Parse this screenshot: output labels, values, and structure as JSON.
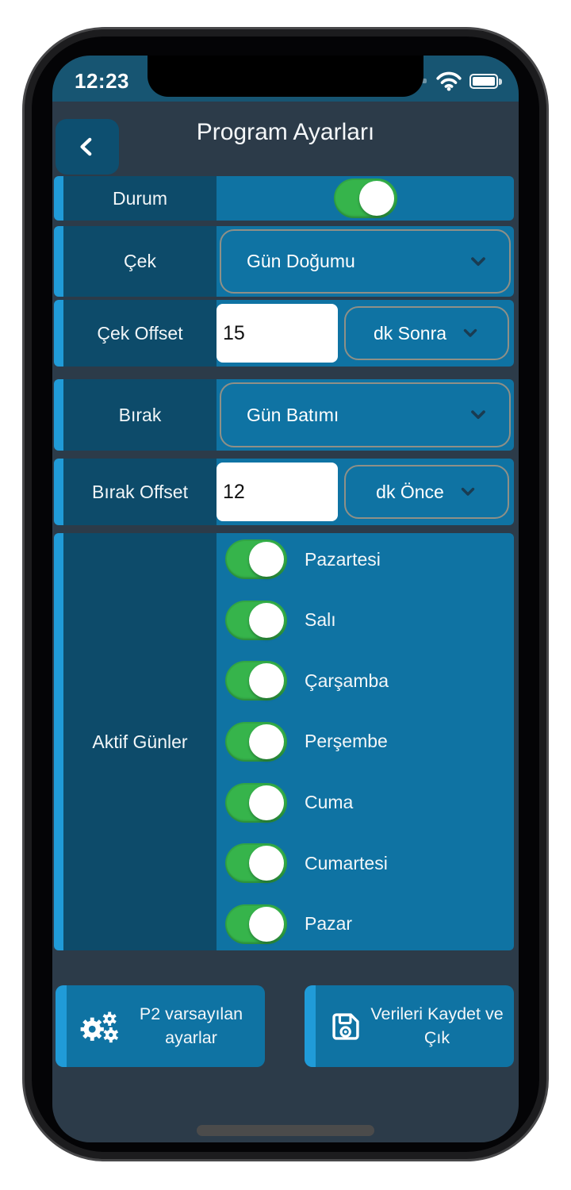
{
  "status_bar": {
    "time": "12:23"
  },
  "header": {
    "title": "Program Ayarları"
  },
  "settings": {
    "durum": {
      "label": "Durum",
      "enabled": true
    },
    "cek": {
      "label": "Çek",
      "value": "Gün Doğumu"
    },
    "cek_offset": {
      "label": "Çek Offset",
      "value": "15",
      "unit": "dk Sonra"
    },
    "birak": {
      "label": "Bırak",
      "value": "Gün Batımı"
    },
    "birak_offset": {
      "label": "Bırak Offset",
      "value": "12",
      "unit": "dk Önce"
    },
    "aktif_gunler": {
      "label": "Aktif Günler",
      "days": [
        {
          "label": "Pazartesi",
          "enabled": true
        },
        {
          "label": "Salı",
          "enabled": true
        },
        {
          "label": "Çarşamba",
          "enabled": true
        },
        {
          "label": "Perşembe",
          "enabled": true
        },
        {
          "label": "Cuma",
          "enabled": true
        },
        {
          "label": "Cumartesi",
          "enabled": true
        },
        {
          "label": "Pazar",
          "enabled": true
        }
      ]
    }
  },
  "footer": {
    "defaults_button": {
      "label": "P2 varsayılan ayarlar",
      "icon": "gears-icon"
    },
    "save_button": {
      "label": "Verileri Kaydet ve Çık",
      "icon": "save-icon"
    }
  },
  "colors": {
    "screen_bg": "#2c3b49",
    "status_bar_bg": "#175572",
    "label_cell_bg": "#0d4b6a",
    "value_cell_bg": "#0f73a3",
    "accent_blue": "#209bd8",
    "toggle_on_green": "#36b44b",
    "select_border": "#8f9087",
    "input_bg": "#ffffff",
    "text": "#ffffff"
  }
}
